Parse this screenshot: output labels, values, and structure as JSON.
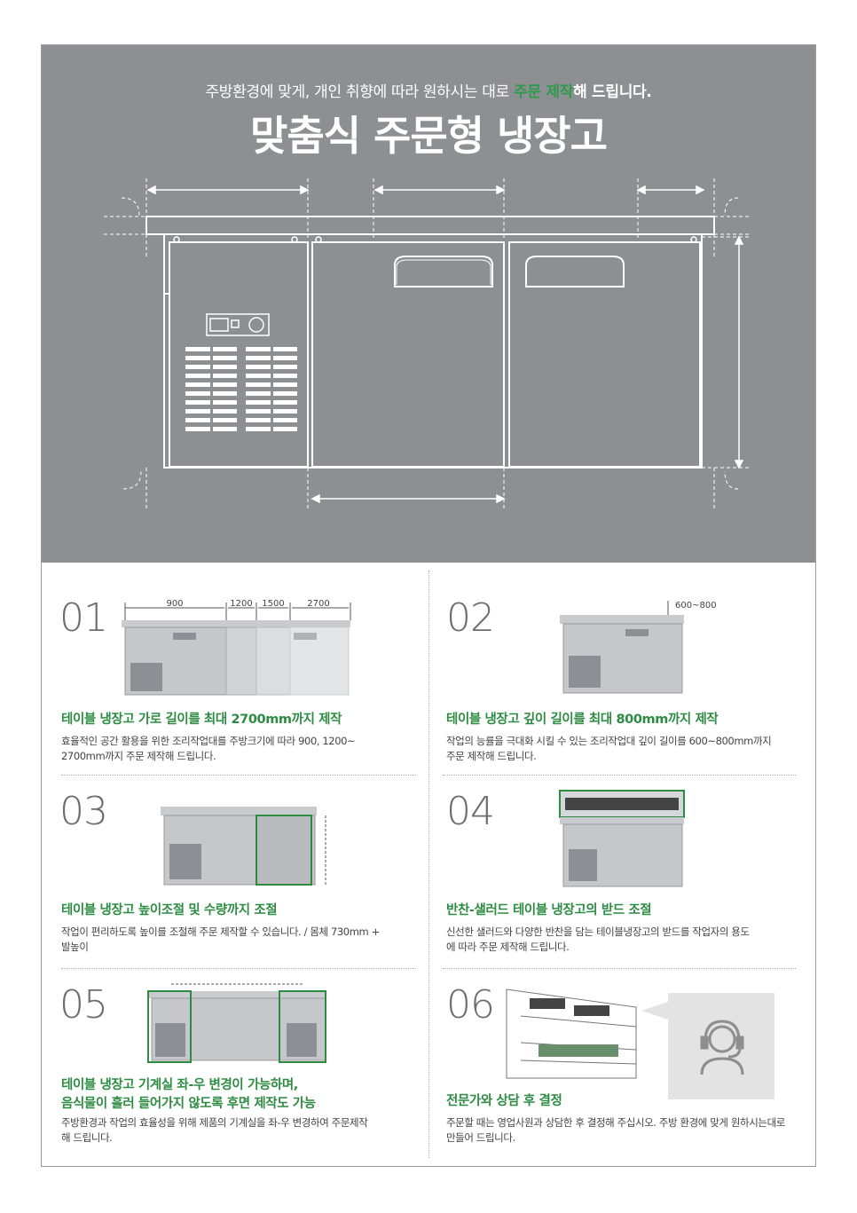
{
  "hero": {
    "subtitle_pre": "주방환경에 맞게, 개인 취향에 따라 원하시는 대로 ",
    "subtitle_highlight": "주문 제작",
    "subtitle_post": "해 드립니다.",
    "title": "맞춤식 주문형 냉장고"
  },
  "features": [
    {
      "number": "01",
      "title": "테이블 냉장고 가로 길이를 최대 2700mm까지 제작",
      "desc_line1": "효율적인 공간 활용을 위한 조리작업대를 주방크기에 따라 900, 1200~",
      "desc_line2": "2700mm까지 주문 제작해 드립니다.",
      "dims": [
        "900",
        "1200",
        "1500",
        "2700"
      ]
    },
    {
      "number": "02",
      "title": "테이블 냉장고 깊이 길이를 최대 800mm까지 제작",
      "desc_line1": "작업의 능률을 극대화 시킬 수 있는 조리작업대 깊이 길이를 600~800mm까지",
      "desc_line2": "주문 제작해 드립니다.",
      "dim": "600~800"
    },
    {
      "number": "03",
      "title": "테이블 냉장고 높이조절 및 수량까지 조절",
      "desc_line1": "작업이 편리하도록 높이를 조절해 주문 제작할 수 있습니다. / 몸체 730mm +",
      "desc_line2": "발높이"
    },
    {
      "number": "04",
      "title": "반찬-샐러드 테이블 냉장고의 받드 조절",
      "desc_line1": "신선한 샐러드와 다양한 반찬을 담는 테이블냉장고의 받드를 작업자의 용도",
      "desc_line2": "에 따라 주문 제작해 드립니다."
    },
    {
      "number": "05",
      "title_line1": "테이블 냉장고 기계실 좌-우 변경이 가능하며,",
      "title_line2": "음식물이 흘러 들어가지 않도록 후면 제작도 가능",
      "desc_line1": "주방환경과 작업의 효율성을 위해 제품의 기계실을 좌-우 변경하여 주문제작",
      "desc_line2": "해 드립니다."
    },
    {
      "number": "06",
      "title": "전문가와 상담 후 결정",
      "desc_line1": "주문할 때는 영업사원과 상담한 후 결정해 주십시오. 주방 환경에 맞게 원하시는대로",
      "desc_line2": "만들어 드립니다."
    }
  ],
  "colors": {
    "hero_bg": "#8e8f93",
    "accent_green": "#2e8b42"
  },
  "icons": [
    "headset-operator-icon"
  ]
}
